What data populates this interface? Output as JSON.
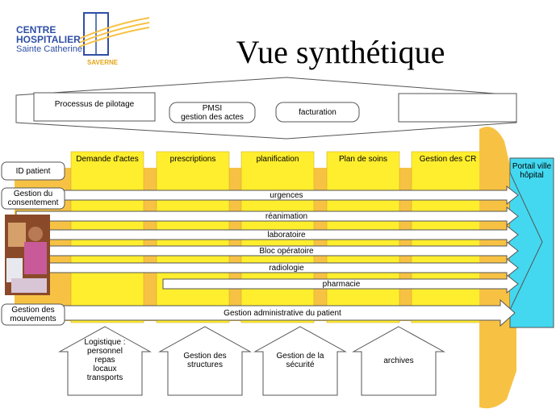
{
  "logo": {
    "line1": "CENTRE",
    "line2": "HOSPITALIER",
    "line3": "Sainte Catherine",
    "city": "SAVERNE"
  },
  "title": "Vue synthétique",
  "pilotage": {
    "label": "Processus de pilotage",
    "pmsi": "PMSI\ngestion des actes",
    "facturation": "facturation"
  },
  "columns": [
    "Demande d'actes",
    "prescriptions",
    "planification",
    "Plan de soins",
    "Gestion des CR"
  ],
  "left_boxes": {
    "id": "ID patient",
    "consent": "Gestion du\nconsentement",
    "mouvements": "Gestion des\nmouvements"
  },
  "flows": [
    "urgences",
    "réanimation",
    "laboratoire",
    "Bloc opératoire",
    "radiologie",
    "pharmacie"
  ],
  "admin_flow": "Gestion administrative du patient",
  "portail": "Portail ville\nhôpital",
  "support": [
    "Logistique :\npersonnel\nrepas\nlocaux\ntransports",
    "Gestion des\nstructures",
    "Gestion de la\nsécurité",
    "archives"
  ],
  "colors": {
    "yellow": "#ffee2e",
    "gold": "#f7c244",
    "cyan": "#43d8f0",
    "logo_blue": "#2f4fa6",
    "logo_gold": "#e3a517"
  }
}
